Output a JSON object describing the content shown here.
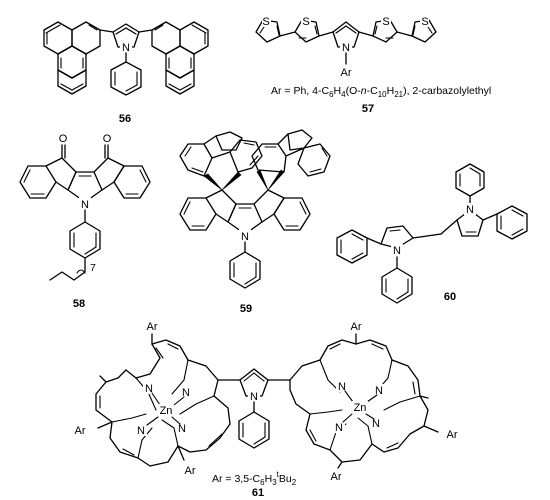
{
  "compounds": [
    {
      "id": "56"
    },
    {
      "id": "57",
      "note": "Ar = Ph, 4-C6H4(O-n-C10H21), 2-carbazolylethyl"
    },
    {
      "id": "58"
    },
    {
      "id": "59"
    },
    {
      "id": "60"
    },
    {
      "id": "61",
      "note": "Ar = 3,5-C6H3tBu2"
    }
  ],
  "atoms": {
    "N": "N",
    "S": "S",
    "O": "O",
    "Ar": "Ar",
    "Zn": "Zn"
  },
  "notes": {
    "c57_prefix": "Ar = Ph, 4-C",
    "c57_sub1": "6",
    "c57_mid1": "H",
    "c57_sub2": "4",
    "c57_mid2": "(O-",
    "c57_italic": "n",
    "c57_mid3": "-C",
    "c57_sub3": "10",
    "c57_mid4": "H",
    "c57_sub4": "21",
    "c57_suffix": "), 2-carbazolylethyl",
    "c61_prefix": "Ar = 3,5-C",
    "c61_sub1": "6",
    "c61_mid1": "H",
    "c61_sub2": "3",
    "c61_sup": "t",
    "c61_mid2": "Bu",
    "c61_sub3": "2",
    "c58_chain_sub": "7"
  }
}
